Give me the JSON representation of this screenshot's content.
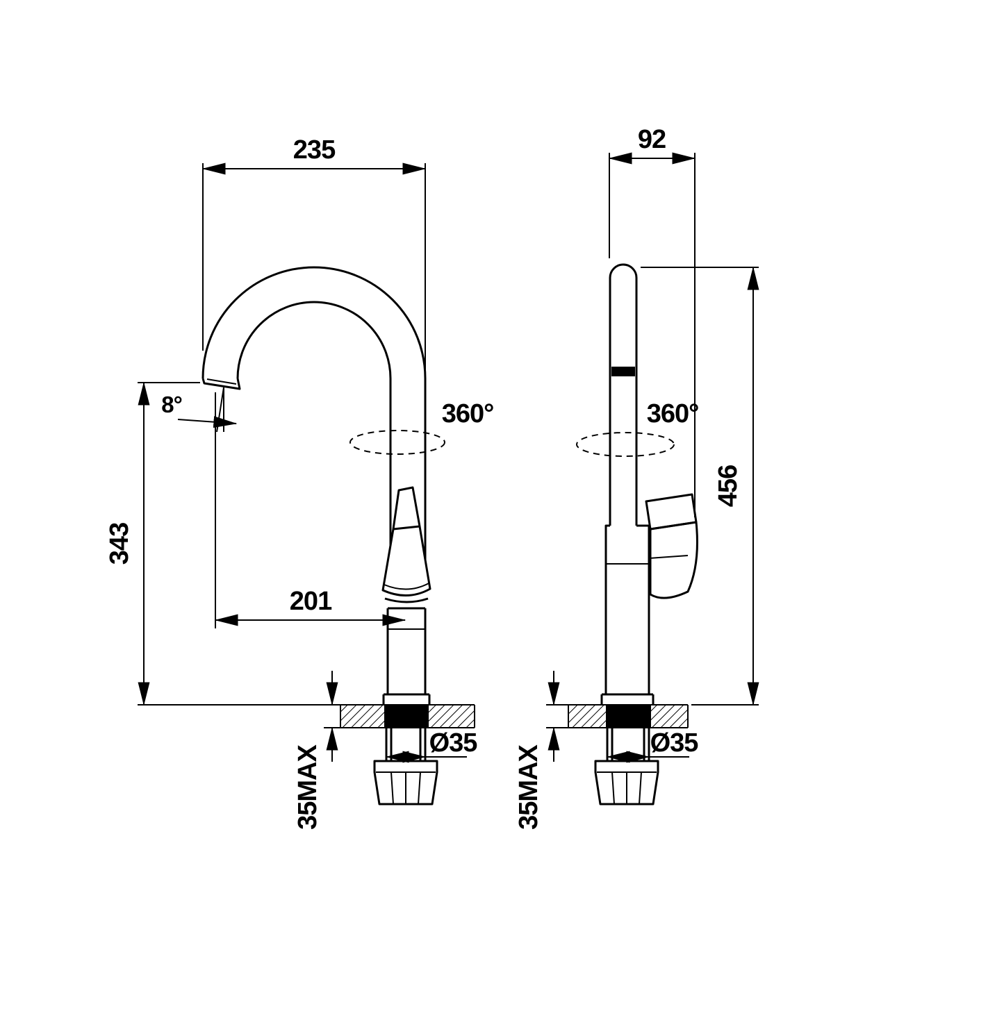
{
  "drawing": {
    "front_view": {
      "width": "235",
      "spout_angle": "8°",
      "height_to_spout": "343",
      "spout_reach": "201",
      "rotation": "360°",
      "hole_diameter": "Ø35",
      "max_thickness": "35MAX"
    },
    "side_view": {
      "depth": "92",
      "rotation": "360°",
      "total_height": "456",
      "hole_diameter": "Ø35",
      "max_thickness": "35MAX"
    },
    "colors": {
      "line": "#000000",
      "background": "#ffffff"
    }
  }
}
